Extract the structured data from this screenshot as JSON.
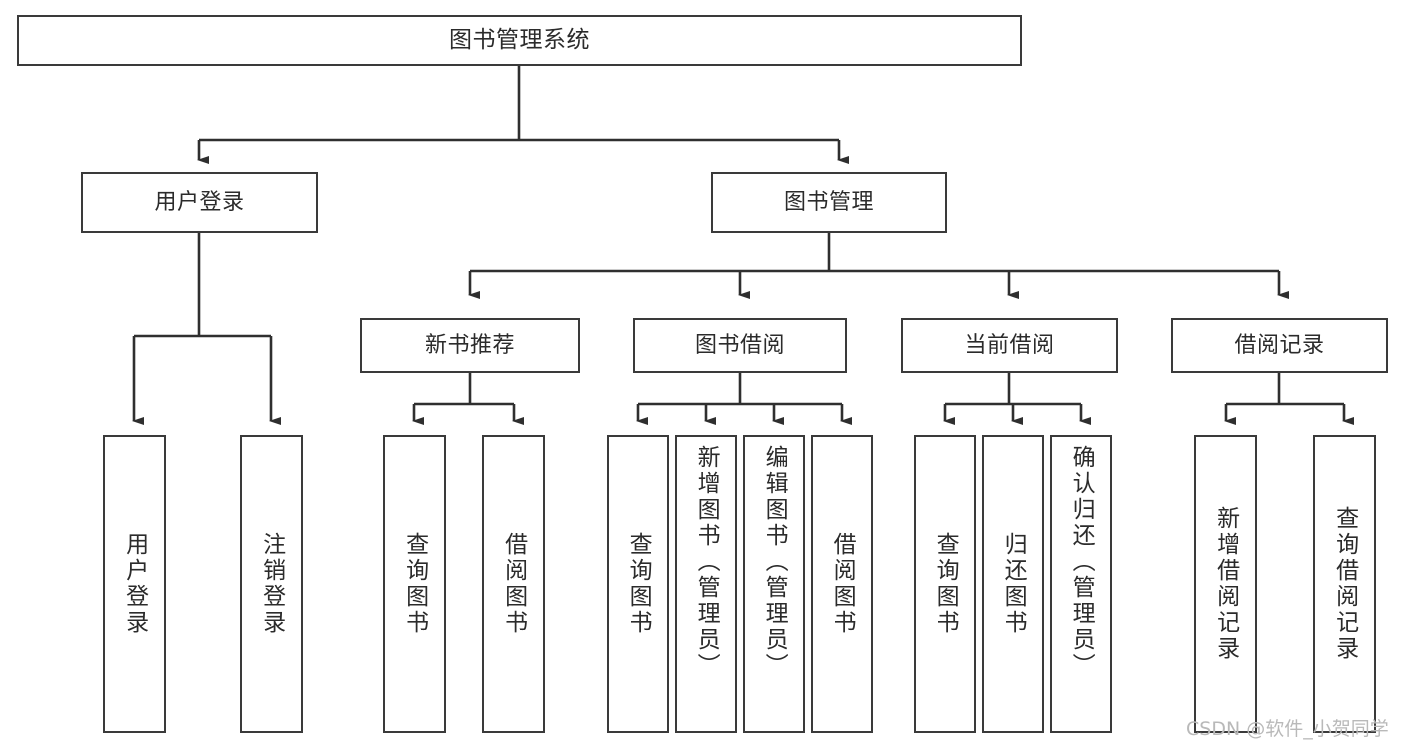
{
  "diagram": {
    "title": "图书管理系统",
    "type": "tree-hierarchy-function-structure-chart",
    "root": {
      "id": "root",
      "label": "图书管理系统"
    },
    "level2": [
      {
        "id": "user-login",
        "label": "用户登录"
      },
      {
        "id": "book-management",
        "label": "图书管理"
      }
    ],
    "level3": [
      {
        "id": "new-book-recommend",
        "label": "新书推荐"
      },
      {
        "id": "book-borrow",
        "label": "图书借阅"
      },
      {
        "id": "current-borrow",
        "label": "当前借阅"
      },
      {
        "id": "borrow-record",
        "label": "借阅记录"
      }
    ],
    "leaves": {
      "user_login": [
        {
          "id": "leaf-user-login",
          "label": "用户登录"
        },
        {
          "id": "leaf-user-logout",
          "label": "注销登录"
        }
      ],
      "new_book_recommend": [
        {
          "id": "leaf-query-book-1",
          "label": "查询图书"
        },
        {
          "id": "leaf-borrow-book-1",
          "label": "借阅图书"
        }
      ],
      "book_borrow": [
        {
          "id": "leaf-query-book-2",
          "label": "查询图书"
        },
        {
          "id": "leaf-add-book",
          "label": "新增图书（管理员）"
        },
        {
          "id": "leaf-edit-book",
          "label": "编辑图书（管理员）"
        },
        {
          "id": "leaf-borrow-book-2",
          "label": "借阅图书"
        }
      ],
      "current_borrow": [
        {
          "id": "leaf-query-book-3",
          "label": "查询图书"
        },
        {
          "id": "leaf-return-book",
          "label": "归还图书"
        },
        {
          "id": "leaf-confirm-return",
          "label": "确认归还（管理员）"
        }
      ],
      "borrow_record": [
        {
          "id": "leaf-add-record",
          "label": "新增借阅记录"
        },
        {
          "id": "leaf-query-record",
          "label": "查询借阅记录"
        }
      ]
    }
  },
  "watermark": {
    "text": "CSDN @软件_小贺同学"
  },
  "colors": {
    "border": "#3a3a3a",
    "text": "#2b2b2b",
    "background": "#ffffff",
    "watermark": "#b9b9b9"
  }
}
